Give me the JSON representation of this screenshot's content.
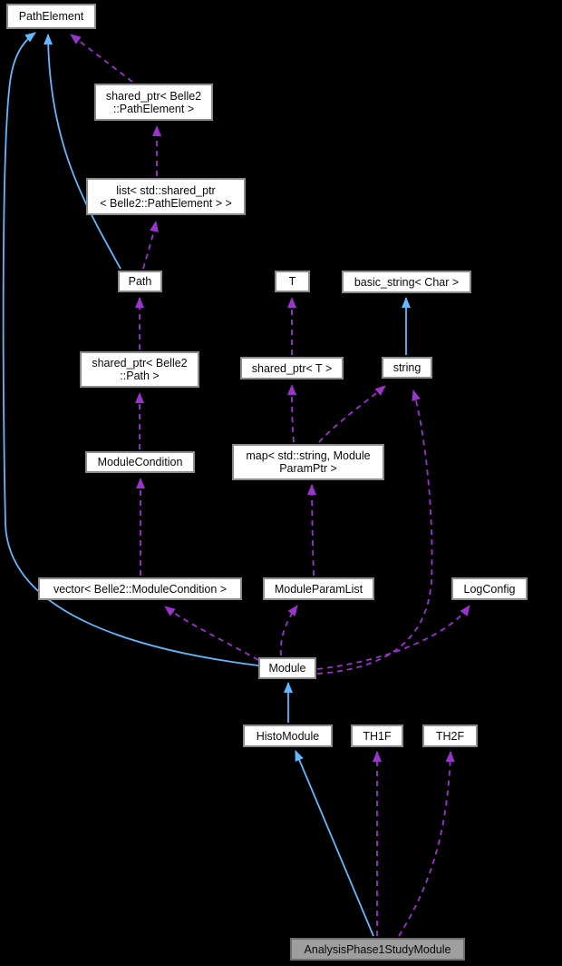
{
  "diagram": {
    "focus_node": "AnalysisPhase1StudyModule",
    "colors": {
      "background": "#000000",
      "inheritance_edge": "#63b8ff",
      "usage_edge": "#9b33cf",
      "node_fill": "#ffffff",
      "node_border": "#8c8c8c",
      "focus_fill": "#9e9e9e",
      "focus_border": "#6e6e6e",
      "node_text": "#0a0a0a"
    },
    "nodes": {
      "path_element": {
        "lines": [
          "PathElement"
        ]
      },
      "shared_ptr_belle2_pathelement": {
        "lines": [
          "shared_ptr< Belle2",
          "::PathElement >"
        ]
      },
      "list_shared_ptr_pathelement": {
        "lines": [
          "list< std::shared_ptr",
          "< Belle2::PathElement > >"
        ]
      },
      "path": {
        "lines": [
          "Path"
        ]
      },
      "t": {
        "lines": [
          "T"
        ]
      },
      "basic_string_char": {
        "lines": [
          "basic_string< Char >"
        ]
      },
      "shared_ptr_belle2_path": {
        "lines": [
          "shared_ptr< Belle2",
          "::Path >"
        ]
      },
      "shared_ptr_t": {
        "lines": [
          "shared_ptr< T >"
        ]
      },
      "string": {
        "lines": [
          "string"
        ]
      },
      "module_condition": {
        "lines": [
          "ModuleCondition"
        ]
      },
      "map_string_moduleparamptr": {
        "lines": [
          "map< std::string, Module",
          "ParamPtr >"
        ]
      },
      "vector_belle2_modulecondition": {
        "lines": [
          "vector< Belle2::ModuleCondition >"
        ]
      },
      "module_param_list": {
        "lines": [
          "ModuleParamList"
        ]
      },
      "log_config": {
        "lines": [
          "LogConfig"
        ]
      },
      "module": {
        "lines": [
          "Module"
        ]
      },
      "histo_module": {
        "lines": [
          "HistoModule"
        ]
      },
      "th1f": {
        "lines": [
          "TH1F"
        ]
      },
      "th2f": {
        "lines": [
          "TH2F"
        ]
      },
      "analysis_phase1_study_module": {
        "lines": [
          "AnalysisPhase1StudyModule"
        ]
      }
    },
    "edges": [
      {
        "from": "Path",
        "to": "PathElement",
        "type": "inheritance"
      },
      {
        "from": "Module",
        "to": "PathElement",
        "type": "inheritance"
      },
      {
        "from": "string",
        "to": "basic_string< Char >",
        "type": "inheritance"
      },
      {
        "from": "HistoModule",
        "to": "Module",
        "type": "inheritance"
      },
      {
        "from": "AnalysisPhase1StudyModule",
        "to": "HistoModule",
        "type": "inheritance"
      },
      {
        "from": "shared_ptr< Belle2::PathElement >",
        "to": "PathElement",
        "type": "usage"
      },
      {
        "from": "list< std::shared_ptr< Belle2::PathElement > >",
        "to": "shared_ptr< Belle2::PathElement >",
        "type": "usage"
      },
      {
        "from": "Path",
        "to": "list< std::shared_ptr< Belle2::PathElement > >",
        "type": "usage"
      },
      {
        "from": "shared_ptr< Belle2::Path >",
        "to": "Path",
        "type": "usage"
      },
      {
        "from": "ModuleCondition",
        "to": "shared_ptr< Belle2::Path >",
        "type": "usage"
      },
      {
        "from": "vector< Belle2::ModuleCondition >",
        "to": "ModuleCondition",
        "type": "usage"
      },
      {
        "from": "Module",
        "to": "vector< Belle2::ModuleCondition >",
        "type": "usage"
      },
      {
        "from": "shared_ptr< T >",
        "to": "T",
        "type": "usage"
      },
      {
        "from": "map< std::string, ModuleParamPtr >",
        "to": "shared_ptr< T >",
        "type": "usage"
      },
      {
        "from": "map< std::string, ModuleParamPtr >",
        "to": "string",
        "type": "usage"
      },
      {
        "from": "ModuleParamList",
        "to": "map< std::string, ModuleParamPtr >",
        "type": "usage"
      },
      {
        "from": "Module",
        "to": "ModuleParamList",
        "type": "usage"
      },
      {
        "from": "Module",
        "to": "LogConfig",
        "type": "usage"
      },
      {
        "from": "Module",
        "to": "string",
        "type": "usage"
      },
      {
        "from": "AnalysisPhase1StudyModule",
        "to": "TH1F",
        "type": "usage"
      },
      {
        "from": "AnalysisPhase1StudyModule",
        "to": "TH2F",
        "type": "usage"
      }
    ]
  }
}
